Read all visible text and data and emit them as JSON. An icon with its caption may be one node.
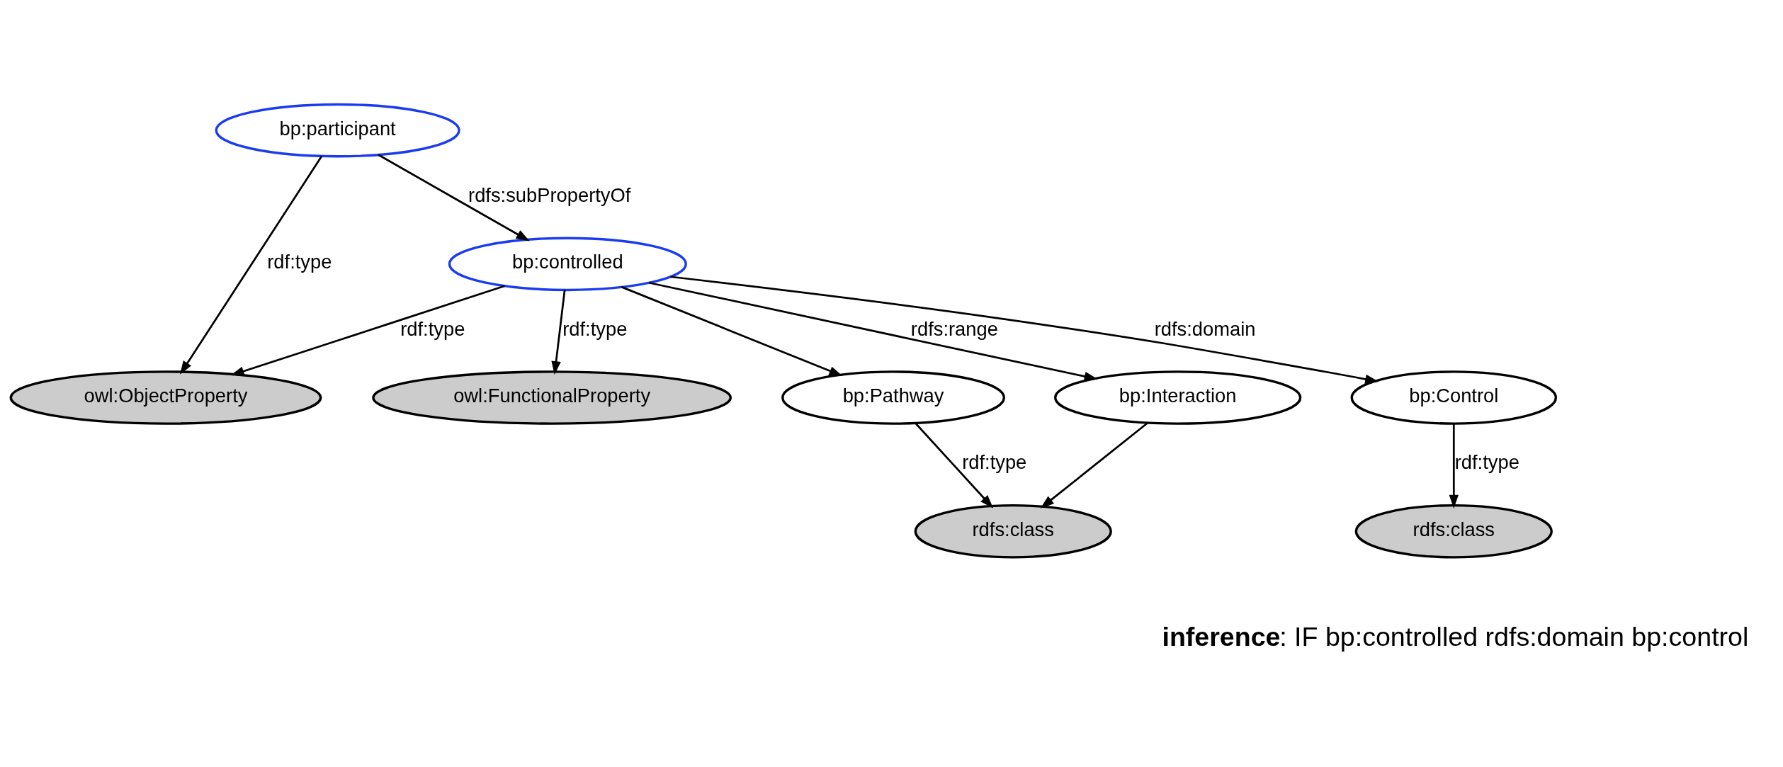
{
  "diagram": {
    "nodes": [
      {
        "text": [
          "bp:participant"
        ]
      },
      {
        "text": [
          "owl:ObjectProperty"
        ]
      },
      {
        "text": [
          "owl:FunctionalProperty"
        ]
      },
      {
        "text": [
          "bp:controlled"
        ]
      },
      {
        "text": [
          "bp:Pathway"
        ]
      },
      {
        "text": [
          "bp:Control"
        ]
      },
      {
        "text": [
          "bp:Interaction"
        ]
      },
      {
        "text": [
          "rdfs:class"
        ]
      },
      {
        "text": [
          "rdfs:class"
        ]
      }
    ],
    "edges": [
      {
        "from": 0,
        "to": 1,
        "arrow": "to",
        "label": "rdf:type"
      },
      {
        "from": 0,
        "to": 3,
        "arrow": "to",
        "label": "rdfs:subPropertyOf"
      },
      {
        "from": 3,
        "to": 1,
        "arrow": "to",
        "label": "rdf:type"
      },
      {
        "from": 3,
        "to": 2,
        "arrow": "to",
        "label": "rdf:type"
      },
      {
        "from": 3,
        "to": 4,
        "arrow": "to"
      },
      {
        "from": 3,
        "to": 5,
        "arrow": "to",
        "label": "rdfs:domain"
      },
      {
        "from": 3,
        "to": 6,
        "arrow": "to",
        "label": "rdfs:range"
      },
      {
        "from": 4,
        "to": 7,
        "arrow": "to",
        "label": "rdf:type"
      },
      {
        "from": 6,
        "to": 7,
        "arrow": "to"
      },
      {
        "from": 5,
        "to": 8,
        "arrow": "to",
        "label": "rdf:type"
      }
    ],
    "labels": [
      "**inference**: IF bp:controlled rdfs:domain bp:control"
    ]
  }
}
